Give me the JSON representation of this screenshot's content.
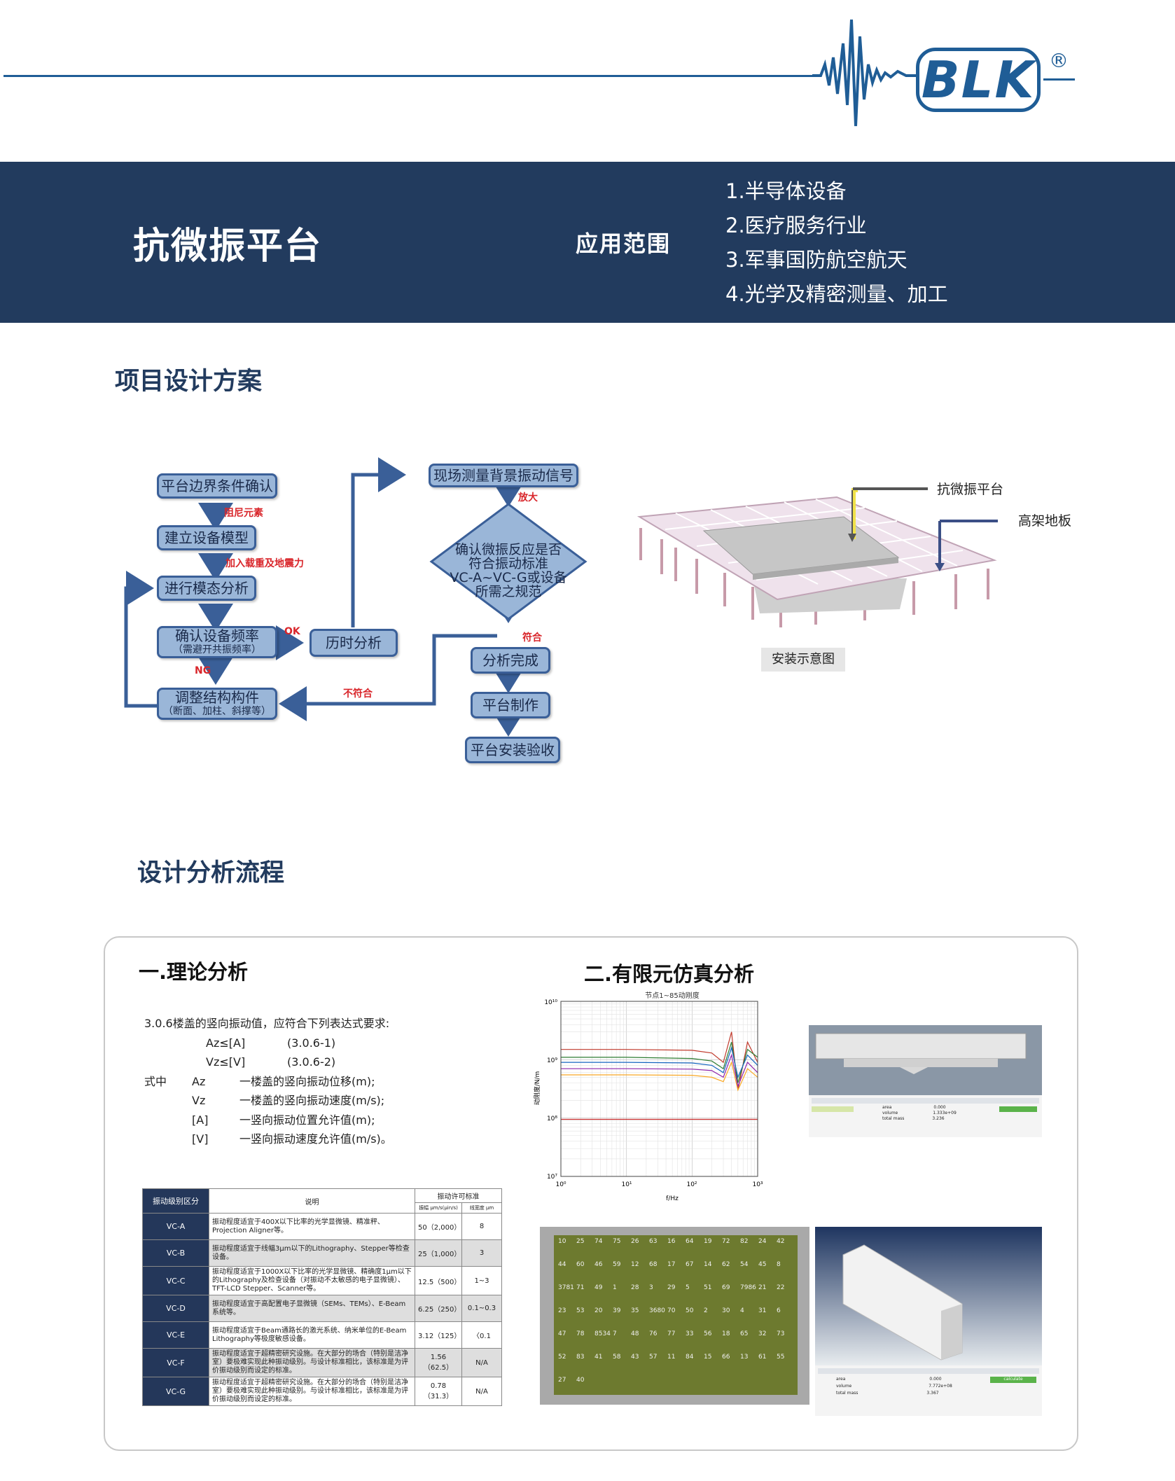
{
  "header": {
    "logo_text": "BLK",
    "registered_mark": "®",
    "colors": {
      "brand_blue": "#1f5d96",
      "banner_navy": "#223b5e"
    }
  },
  "banner": {
    "title": "抗微振平台",
    "scope_label": "应用范围",
    "scope_items": [
      "1.半导体设备",
      "2.医疗服务行业",
      "3.军事国防航空航天",
      "4.光学及精密测量、加工"
    ]
  },
  "section1": {
    "title": "项目设计方案",
    "flow": {
      "box1": "平台边界条件确认",
      "label1": "阻尼元素",
      "box2": "建立设备模型",
      "label2": "加入载重及地震力",
      "box3": "进行模态分析",
      "box4_line1": "确认设备频率",
      "box4_line2": "（需避开共振频率）",
      "ok": "OK",
      "ng": "NG",
      "box5_line1": "调整结构构件",
      "box5_line2": "（断面、加柱、斜撑等）",
      "box6": "历时分析",
      "box7": "现场测量背景振动信号",
      "label_amplify": "放大",
      "diamond": [
        "确认微振反应是否",
        "符合振动标准",
        "VC-A~VC-G或设备",
        "所需之规范"
      ],
      "label_conform": "符合",
      "label_nonconform": "不符合",
      "box8": "分析完成",
      "box9": "平台制作",
      "box10": "平台安装验收"
    },
    "install": {
      "label_platform": "抗微振平台",
      "label_floor": "高架地板",
      "caption": "安装示意图"
    }
  },
  "section2": {
    "title": "设计分析流程",
    "theory": {
      "title": "一.理论分析",
      "intro": "3.0.6楼盖的竖向振动值，应符合下列表达式要求:",
      "eq1": "Az≤[A]",
      "eq1_no": "(3.0.6-1)",
      "eq2": "Vz≤[V]",
      "eq2_no": "(3.0.6-2)",
      "where": "式中",
      "defs": [
        {
          "sym": "Az",
          "text": "一楼盖的竖向振动位移(m);"
        },
        {
          "sym": "Vz",
          "text": "一楼盖的竖向振动速度(m/s);"
        },
        {
          "sym": "[A]",
          "text": "一竖向振动位置允许值(m);"
        },
        {
          "sym": "[V]",
          "text": "一竖向振动速度允许值(m/s)。"
        }
      ]
    },
    "table": {
      "h_class": "振动级别区分",
      "h_desc": "说明",
      "h_std": "振动许可标准",
      "h_sub1": "振幅 μm/s(μin/s)",
      "h_sub2": "线宽度 μm",
      "rows": [
        {
          "cls": "VC-A",
          "desc": "振动程度适宜于400X以下比率的光学显微镜、精准秤、Projection Aligner等。",
          "v1": "50（2,000）",
          "v2": "8"
        },
        {
          "cls": "VC-B",
          "desc": "振动程度适宜于线幅3μm以下的Lithography、Stepper等检查设备。",
          "v1": "25（1,000）",
          "v2": "3"
        },
        {
          "cls": "VC-C",
          "desc": "振动程度适宜于1000X以下比率的光学显微镜、精确度1μm以下的Lithography及检查设备（对振动不太敏感的电子显微镜）、TFT-LCD Stepper、Scanner等。",
          "v1": "12.5（500）",
          "v2": "1~3"
        },
        {
          "cls": "VC-D",
          "desc": "振动程度适宜于高配置电子显微镜（SEMs、TEMs）、E-Beam系统等。",
          "v1": "6.25（250）",
          "v2": "0.1~0.3"
        },
        {
          "cls": "VC-E",
          "desc": "振动程度适宜于Beam通路长的激光系统、纳米单位的E-Beam Lithography等极度敏感设备。",
          "v1": "3.12（125）",
          "v2": "〈0.1"
        },
        {
          "cls": "VC-F",
          "desc": "振动程度适宜于超精密研究设施。在大部分的场合（特别是洁净室）要极难实现此种振动级别。与设计标准相比，该标准是为评价振动级别而设定的标准。",
          "v1": "1.56（62.5）",
          "v2": "N/A"
        },
        {
          "cls": "VC-G",
          "desc": "振动程度适宜于超精密研究设施。在大部分的场合（特别是洁净室）要极难实现此种振动级别。与设计标准相比，该标准是为评价振动级别而设定的标准。",
          "v1": "0.78（31.3）",
          "v2": "N/A"
        }
      ]
    },
    "fem": {
      "title": "二.有限元仿真分析",
      "chart_title": "节点1~85动刚度",
      "y_ticks": [
        "10¹⁰",
        "10⁹",
        "10⁸",
        "10⁷"
      ],
      "x_ticks": [
        "10⁰",
        "10¹",
        "10²",
        "10³"
      ],
      "x_label": "f/Hz",
      "y_label": "动刚度/N/m",
      "panel1": {
        "area": "area",
        "volume": "volume",
        "total_mass": "total mass",
        "v_area": "0.000",
        "v_volume": "1.333e+09",
        "v_mass": "3.236"
      },
      "panel2": {
        "area": "area",
        "volume": "volume",
        "total_mass": "total mass",
        "v_area": "0.000",
        "v_volume": "7.772e+08",
        "v_mass": "3.367",
        "button": "calculate"
      },
      "grid_nodes": [
        "10",
        "25",
        "74",
        "75",
        "26",
        "63",
        "16",
        "64",
        "19",
        "72",
        "82",
        "24",
        "42",
        "44",
        "60",
        "46",
        "59",
        "12",
        "68",
        "17",
        "67",
        "14",
        "62",
        "54",
        "45",
        "8",
        "3781",
        "71",
        "49",
        "1",
        "28",
        "3",
        "29",
        "5",
        "51",
        "69",
        "7986",
        "21",
        "22",
        "23",
        "53",
        "20",
        "39",
        "35",
        "3680",
        "70",
        "50",
        "2",
        "30",
        "4",
        "31",
        "6",
        "47",
        "78",
        "8534",
        "7",
        "48",
        "76",
        "77",
        "33",
        "56",
        "18",
        "65",
        "32",
        "73",
        "52",
        "83",
        "41",
        "58",
        "43",
        "57",
        "11",
        "84",
        "15",
        "66",
        "13",
        "61",
        "55",
        "27",
        "40"
      ]
    }
  },
  "chart_data": {
    "type": "line",
    "title": "节点1~85动刚度",
    "xlabel": "f/Hz",
    "ylabel": "动刚度/N/m",
    "x_scale": "log",
    "y_scale": "log",
    "xlim": [
      1,
      1000
    ],
    "ylim": [
      10000000,
      10000000000
    ],
    "x_ticks": [
      1,
      10,
      100,
      1000
    ],
    "y_ticks": [
      10000000,
      100000000,
      1000000000,
      10000000000
    ],
    "grid": true,
    "series_description_visible": false,
    "series": [
      {
        "x": [
          1,
          10,
          100,
          200,
          300,
          400,
          500,
          700,
          1000
        ],
        "values": [
          1500000000,
          1500000000,
          1450000000,
          1300000000,
          900000000,
          3000000000,
          300000000,
          2000000000,
          900000000
        ]
      },
      {
        "x": [
          1,
          10,
          100,
          200,
          300,
          400,
          500,
          700,
          1000
        ],
        "values": [
          1100000000,
          1100000000,
          1050000000,
          950000000,
          700000000,
          2000000000,
          400000000,
          1500000000,
          1100000000
        ]
      },
      {
        "x": [
          1,
          10,
          100,
          200,
          300,
          400,
          500,
          700,
          1000
        ],
        "values": [
          900000000,
          900000000,
          880000000,
          800000000,
          600000000,
          1600000000,
          500000000,
          1200000000,
          800000000
        ]
      },
      {
        "x": [
          1,
          10,
          100,
          200,
          300,
          400,
          500,
          700,
          1000
        ],
        "values": [
          700000000,
          700000000,
          690000000,
          650000000,
          500000000,
          1200000000,
          350000000,
          900000000,
          600000000
        ]
      },
      {
        "x": [
          1,
          10,
          100,
          200,
          300,
          400,
          500,
          700,
          1000
        ],
        "values": [
          550000000,
          550000000,
          540000000,
          500000000,
          420000000,
          900000000,
          300000000,
          700000000,
          500000000
        ]
      },
      {
        "x": [
          1,
          10,
          100,
          1000
        ],
        "values": [
          95000000,
          95000000,
          95000000,
          95000000
        ]
      }
    ]
  }
}
